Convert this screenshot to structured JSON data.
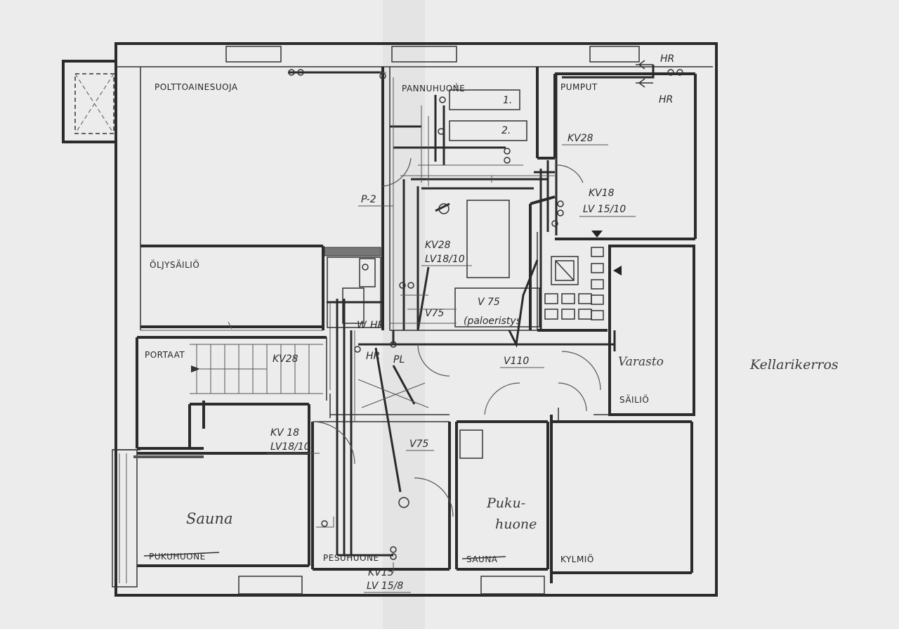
{
  "rooms": {
    "polttoainesuoja": "POLTTOAINESUOJA",
    "pannuhuone": "PANNUHUONE",
    "pumput": "PUMPUT",
    "oljysailio": "ÖLJYSÄILIÖ",
    "portaat": "PORTAAT",
    "varasto": "Varasto",
    "sailio": "SÄILIÖ",
    "sauna_hand": "Sauna",
    "pukuhuone_struck": "PUKUHUONE",
    "pesuhuone": "PESUHUONE",
    "sauna_struck": "SAUNA",
    "kylmio": "KYLMIÖ",
    "pukuhuone_hand_1": "Puku-",
    "pukuhuone_hand_2": "huone"
  },
  "floor_name": "Kellarikerros",
  "pipes": {
    "hr_top": "HR",
    "hr_bottom": "HR",
    "boiler_1": "1.",
    "boiler_2": "2.",
    "kv28_top": "KV28",
    "kv18_right": "KV18",
    "lv1510": "LV 15/10",
    "p2": "P-2",
    "kv28_mid": "KV28",
    "lv1810_mid": "LV18/10",
    "v75_a": "V75",
    "v75_b": "V 75",
    "paloeristys": "(paloeristys",
    "hr_mid": "HR",
    "hr_mid2": "HR",
    "pl": "PL",
    "kv28_stair": "KV28",
    "v110": "V110",
    "w": "W",
    "kv18_low": "KV 18",
    "lv1810_low": "LV18/10",
    "v75_low": "V75",
    "kv15": "KV15",
    "lv158": "LV 15/8"
  }
}
